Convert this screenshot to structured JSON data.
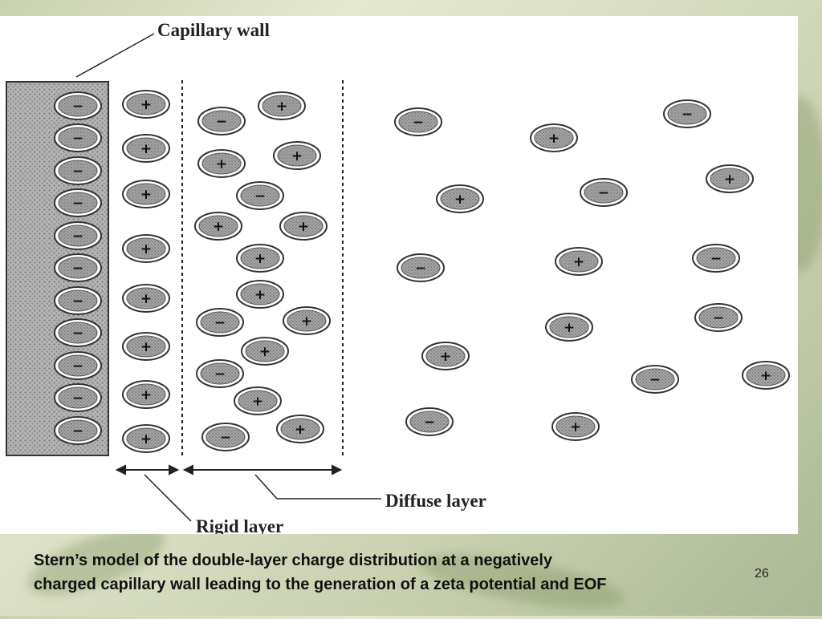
{
  "labels": {
    "capillary_wall": "Capillary wall",
    "diffuse_layer": "Diffuse layer",
    "rigid_layer": "Rigid layer"
  },
  "caption_line1": "Stern’s model of the double-layer  charge  distribution  at a negatively",
  "caption_line2": "charged capillary wall  leading to the generation of a zeta potential  and EOF",
  "slide_number": "26",
  "wall_charges": [
    "−",
    "−",
    "−",
    "−",
    "−",
    "−",
    "−",
    "−",
    "−",
    "−",
    "−"
  ],
  "rigid_layer_charges": [
    "+",
    "+",
    "+",
    "+",
    "+",
    "+",
    "+",
    "+"
  ],
  "diffuse_inner_charges": [
    "−",
    "+",
    "+",
    "+",
    "−",
    "+",
    "+",
    "+",
    "+",
    "−",
    "+",
    "+",
    "−",
    "+",
    "−",
    "+",
    "+",
    "+"
  ],
  "bulk_charges": [
    "−",
    "+",
    "−",
    "+",
    "−",
    "+",
    "−",
    "+",
    "−",
    "+",
    "−",
    "+",
    "−",
    "+",
    "−",
    "+",
    "−",
    "+",
    "−"
  ],
  "colors": {
    "wall_fill": "#a8a8a8",
    "ion_fill": "#9a9a9a",
    "ion_ring": "#444444",
    "caption_text": "#111111"
  }
}
